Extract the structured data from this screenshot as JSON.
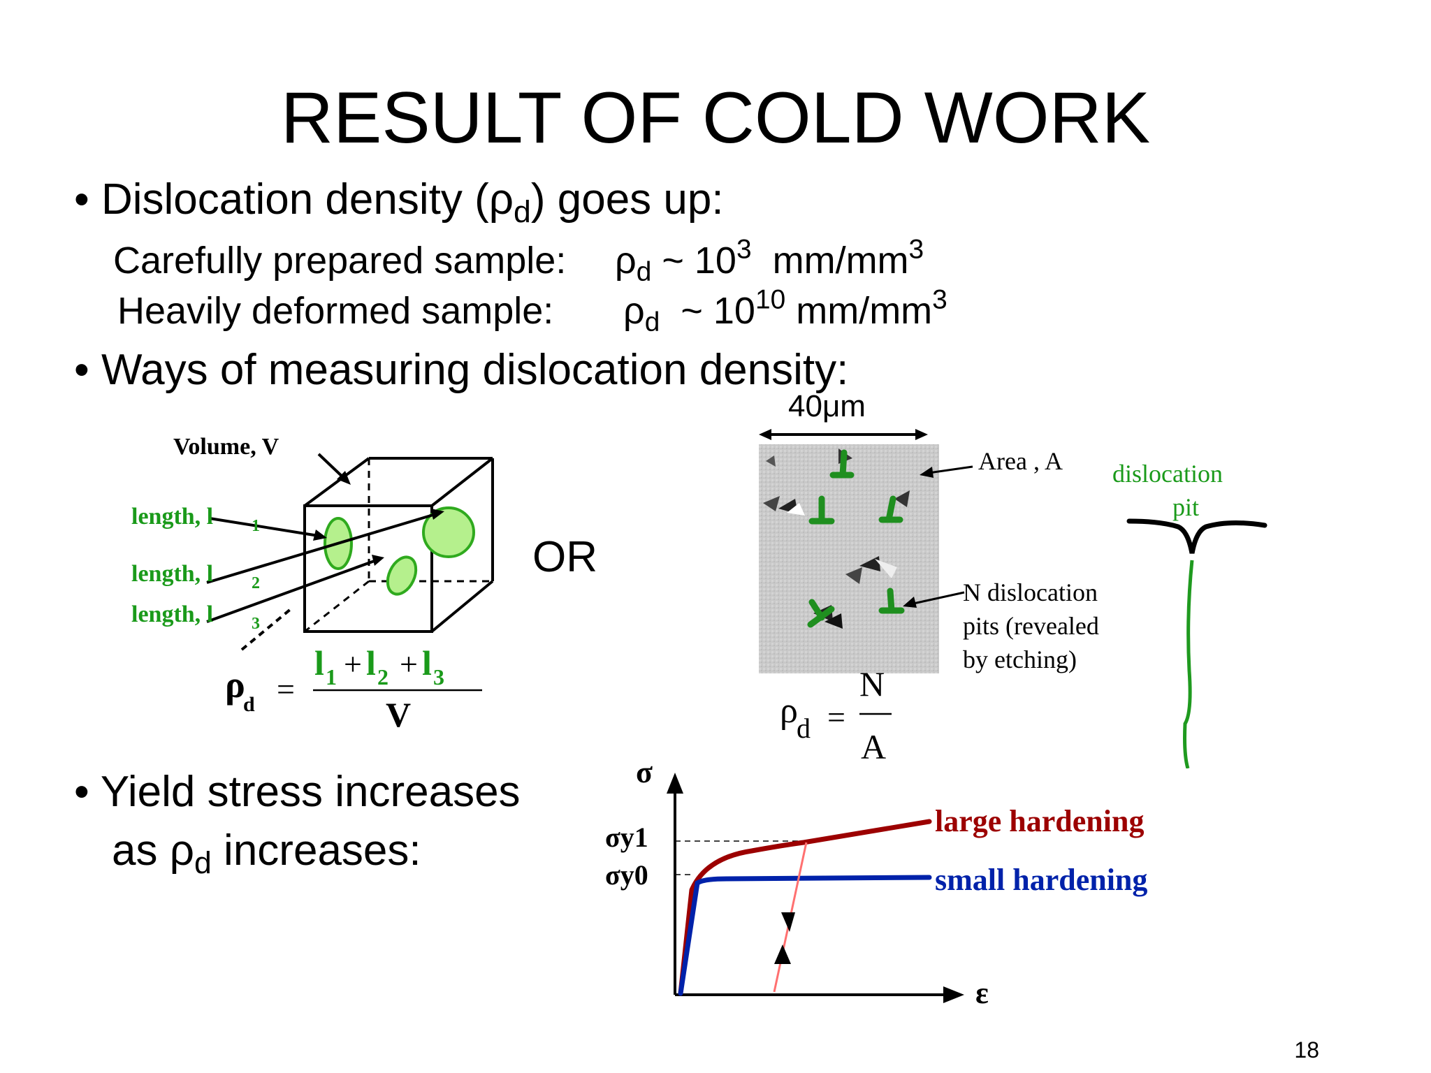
{
  "title": "RESULT OF COLD WORK",
  "bullets": {
    "density_up": {
      "bullet": "•",
      "text_pre": "Dislocation density (",
      "rho": "ρ",
      "rho_sub": "d",
      "text_post": ") goes up:"
    },
    "careful": {
      "label": "Carefully prepared sample:",
      "rho": "ρ",
      "rho_sub": "d",
      "approx": "~ 10",
      "exp": "3",
      "unit": "mm/mm",
      "unit_exp": "3"
    },
    "heavy": {
      "label": "Heavily deformed sample:",
      "rho": "ρ",
      "rho_sub": "d",
      "approx": "~ 10",
      "exp": "10",
      "unit": "mm/mm",
      "unit_exp": "3"
    },
    "ways": {
      "bullet": "•",
      "text": "Ways of measuring dislocation density:"
    },
    "yield": {
      "bullet": "•",
      "line1": "Yield stress increases",
      "line2_pre": "as ",
      "rho": "ρ",
      "rho_sub": "d",
      "line2_post": " increases:"
    }
  },
  "volume_figure": {
    "volume_label": "Volume, V",
    "length_labels": [
      "length, l",
      "length, l",
      "length, l"
    ],
    "length_subs": [
      "1",
      "2",
      "3"
    ],
    "formula": {
      "lhs": "ρ",
      "lhs_sub": "d",
      "eq": "=",
      "num_l": "l",
      "num_subs": [
        "1",
        "2",
        "3"
      ],
      "plus": "+",
      "den": "V"
    }
  },
  "or_label": "OR",
  "micrograph_figure": {
    "scale_label": "40μm",
    "area_label": "Area  , A",
    "pits_label_lines": [
      "N dislocation",
      "pits (revealed",
      "by etching)"
    ],
    "pit_caption_lines": [
      "dislocation",
      "pit"
    ],
    "formula": {
      "lhs": "ρ",
      "lhs_sub": "d",
      "eq": "=",
      "num": "N",
      "den": "A"
    }
  },
  "stress_strain": {
    "y_axis_label": "σ",
    "x_axis_label": "ε",
    "tick_y1": "σy1",
    "tick_y0": "σy0",
    "curve_large": "large hardening",
    "curve_small": "small hardening",
    "colors": {
      "large": "#9c0000",
      "small": "#0022aa",
      "marker": "#ff7070"
    }
  },
  "page_number": "18"
}
